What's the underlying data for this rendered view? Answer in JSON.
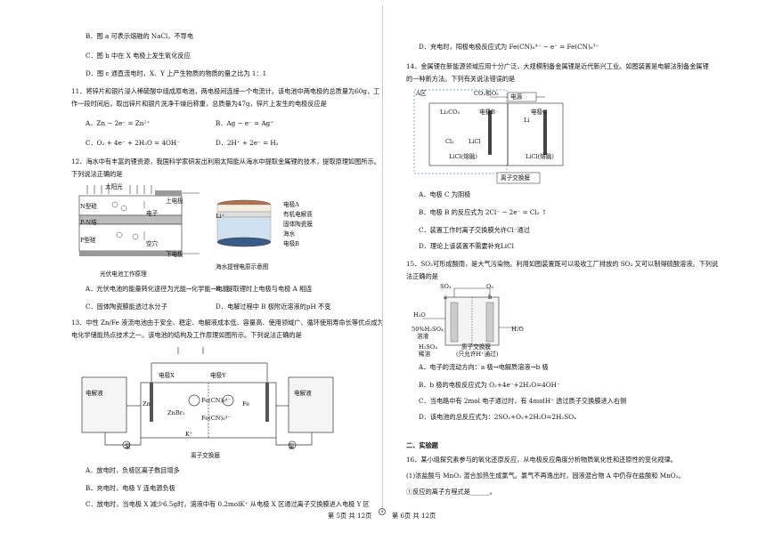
{
  "left": {
    "q10_b": "B．图 a 可表示熔融的 NaCl，不导电",
    "q10_c": "C．图 b 中在 X 电极上发生氧化反应",
    "q10_d": "D．图 c 通直流电时，X、Y 上产生物质的物质的量之比为 1：1",
    "q11_stem1": "11．将锌片和银片浸入稀硫酸中组成原电池，两电极间连接一个电流计。该电池中两电极的总质量为60g，工",
    "q11_stem2": "作一段时间后，取出锌片和银片洗净干燥后称重，总质量为47g，锌片上发生的电极反应是",
    "q11_a": "A．Zn − 2e⁻ = Zn²⁺",
    "q11_b": "B．Ag − e⁻ = Ag⁺",
    "q11_c": "C．O₂ + 4e⁻ + 2H₂O = 4OH⁻",
    "q11_d": "D．2H⁺ + 2e⁻ = H₂",
    "q12_stem1": "12．海水中有丰富的锂资源，我国科学家研发出利用太阳能从海水中提取金属锂的技术，提取原理如图所示。",
    "q12_stem2": "下列说法正确的是",
    "pv_sunlight": "太阳光",
    "pv_n": "N型硅",
    "pv_pn": "P-N结",
    "pv_p": "P型硅",
    "pv_electron": "电子",
    "pv_hole": "空穴",
    "pv_top": "上电极",
    "pv_bottom": "下电极",
    "pv_caption": "光伏电池工作原理",
    "li_a": "电极A",
    "li_org": "有机电解质",
    "li_ceramic": "固体陶瓷膜",
    "li_sea": "海水",
    "li_b": "电极B",
    "li_ion": "Li⁺",
    "li_caption": "海水提锂电原示意图",
    "q12_a": "A．光伏电池的能量转化途径为光能→化学能→电能",
    "q12_b": "B．提取锂时上电极与电极 A 相连",
    "q12_c": "C．固体陶瓷膜能透过水分子",
    "q12_d": "D．电解过程中 B 极附近溶液的pH 不变",
    "q13_stem1": "13．中性 Zn/Fe 液流电池由于安全、稳定、电解液成本低、容量高、使用领域广、循环使用寿命长等优点成为",
    "q13_stem2": "电化学储能热点技术之一。该电池的结构及工作原理如图所示。下列说法正确的是",
    "fe_electrolyte_l": "电解液",
    "fe_electrolyte_r": "电解液",
    "fe_elec_x": "电极X",
    "fe_elec_y": "电极Y",
    "fe_zn": "Zn",
    "fe_fe": "Fe",
    "fe_znbr2": "ZnBr₂",
    "fe_fecn_a": "Fe(CN)₆⁴⁻",
    "fe_fecn_b": "Fe(CN)₆³⁻",
    "fe_k": "K⁺",
    "fe_membrane": "离子交换膜",
    "fe_pump": "泵",
    "q13_a": "A．放电时，负极区离子数目增多",
    "q13_b": "B．充电时，电极 Y 连电源负极",
    "q13_c": "C．放电时，当电极 X 减少6.5g时，溶液中有 0.2molK⁺ 从电极 X 区通过离子交换膜进入电极 Y 区"
  },
  "right": {
    "q13_d": "D．充电时，阳极电极反应式为 Fe(CN)₆⁴⁻ − e⁻ = Fe(CN)₆³⁻",
    "q14_stem1": "14．金属锂在新能源领域应用十分广泛，大规模制备金属锂是近代新兴工业。如图装置是电解法制备金属锂",
    "q14_stem2": "的一种新方法。下列有关说法错误的是",
    "li14_zone": "A区",
    "li14_power": "电源",
    "li14_elec_b": "电极B",
    "li14_elec_c": "电极C",
    "li14_li2co3": "Li₂CO₃",
    "li14_co2o2": "CO₂和O₂",
    "li14_cl2": "Cl₂",
    "li14_licl": "LiCl",
    "li14_li": "Li",
    "li14_melt_l": "LiCl(熔融)",
    "li14_melt_r": "LiCl(熔融)",
    "li14_membrane": "离子交换膜",
    "q14_a": "A．电极 C 为阴极",
    "q14_b": "B．电极 B 的反应式为 2Cl⁻ − 2e⁻ = Cl₂ ↑",
    "q14_c": "C．装置工作时离子交换膜允许Cl⁻通过",
    "q14_d": "D．理论上该装置不需要补充LiCl",
    "q15_stem1": "15．SO₂可形成酸雨，是大气污染物。利用如图装置既可以吸收工厂排放的 SO₂ 又可以制得硫酸溶液。下列说",
    "q15_stem2": "法正确的是",
    "so_so2": "SO₂",
    "so_o2": "O₂",
    "so_a": "a",
    "so_b": "b",
    "so_h2o_in": "H₂O",
    "so_h2o_out": "H₂O",
    "so_h2so4_50": "50%H₂SO₄",
    "so_solution": "溶液",
    "so_h2so4": "H₂SO₄",
    "so_dilute": "稀溶",
    "so_membrane": "质子交换膜",
    "so_note": "(只允许H⁺通过)",
    "q15_a": "A．电子的流动方向：a 极→电解质溶液→b 极",
    "q15_b": "B．b 极的电极反应式为 O₂+4e⁻+2H₂O=4OH⁻",
    "q15_c": "C．当电路中有 2mol 电子通过时，有 4molH⁺ 透过质子交换膜进入右侧",
    "q15_d": "D．该电池的总反应式为：2SO₂+O₂+2H₂O=2H₂SO₄",
    "sec2": "二、实验题",
    "q16_stem": "16．某小组探究素参与的氧化还原反应，从电极反应角度分析物质氧化性和还原性的变化规律。",
    "q16_1": "(1)浓盐酸与 MnO₂ 混合加热生成氯气。氯气不再逸出时，固液混合物 A 中仍存在盐酸和 MnO₂。",
    "q16_2": "①反应的离子方程式是______。"
  },
  "footer": {
    "left_page": "第 5页  共 12页",
    "right_page": "第 6页  共 12页"
  }
}
